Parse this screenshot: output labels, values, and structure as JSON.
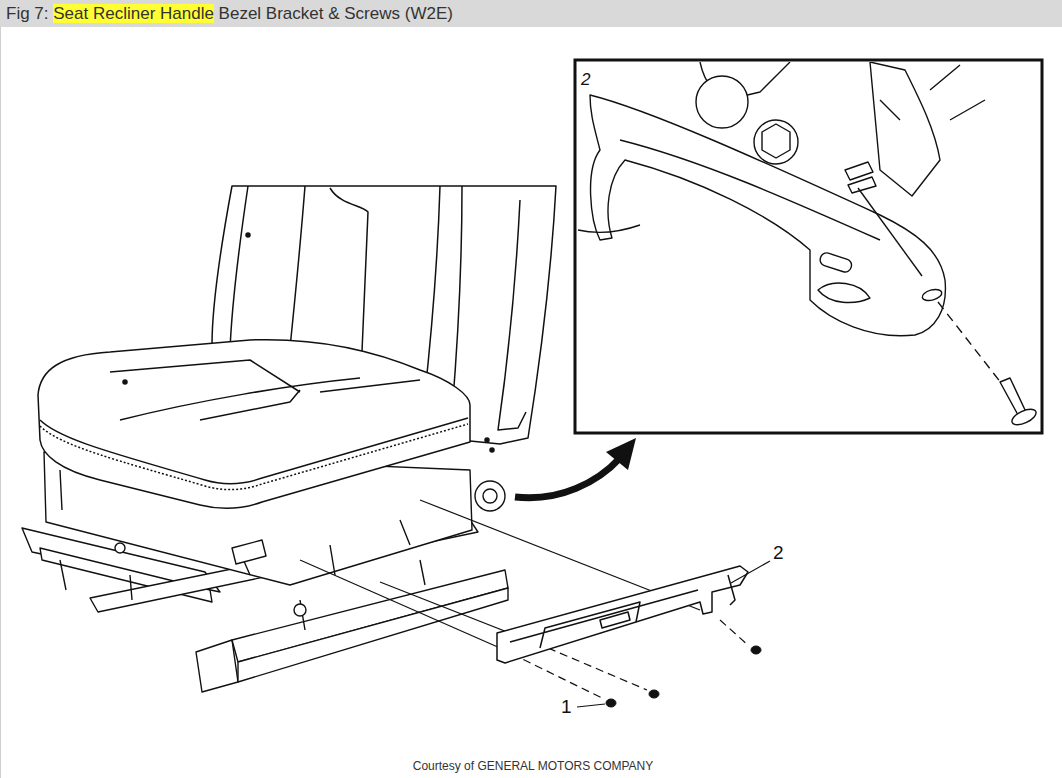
{
  "diagram": {
    "title": "Fig 7: Seat Recliner Handle Bezel Bracket & Screws (W2E)",
    "caption": "Courtesy of GENERAL MOTORS COMPANY",
    "labels": [
      "2",
      "2",
      "1"
    ]
  }
}
